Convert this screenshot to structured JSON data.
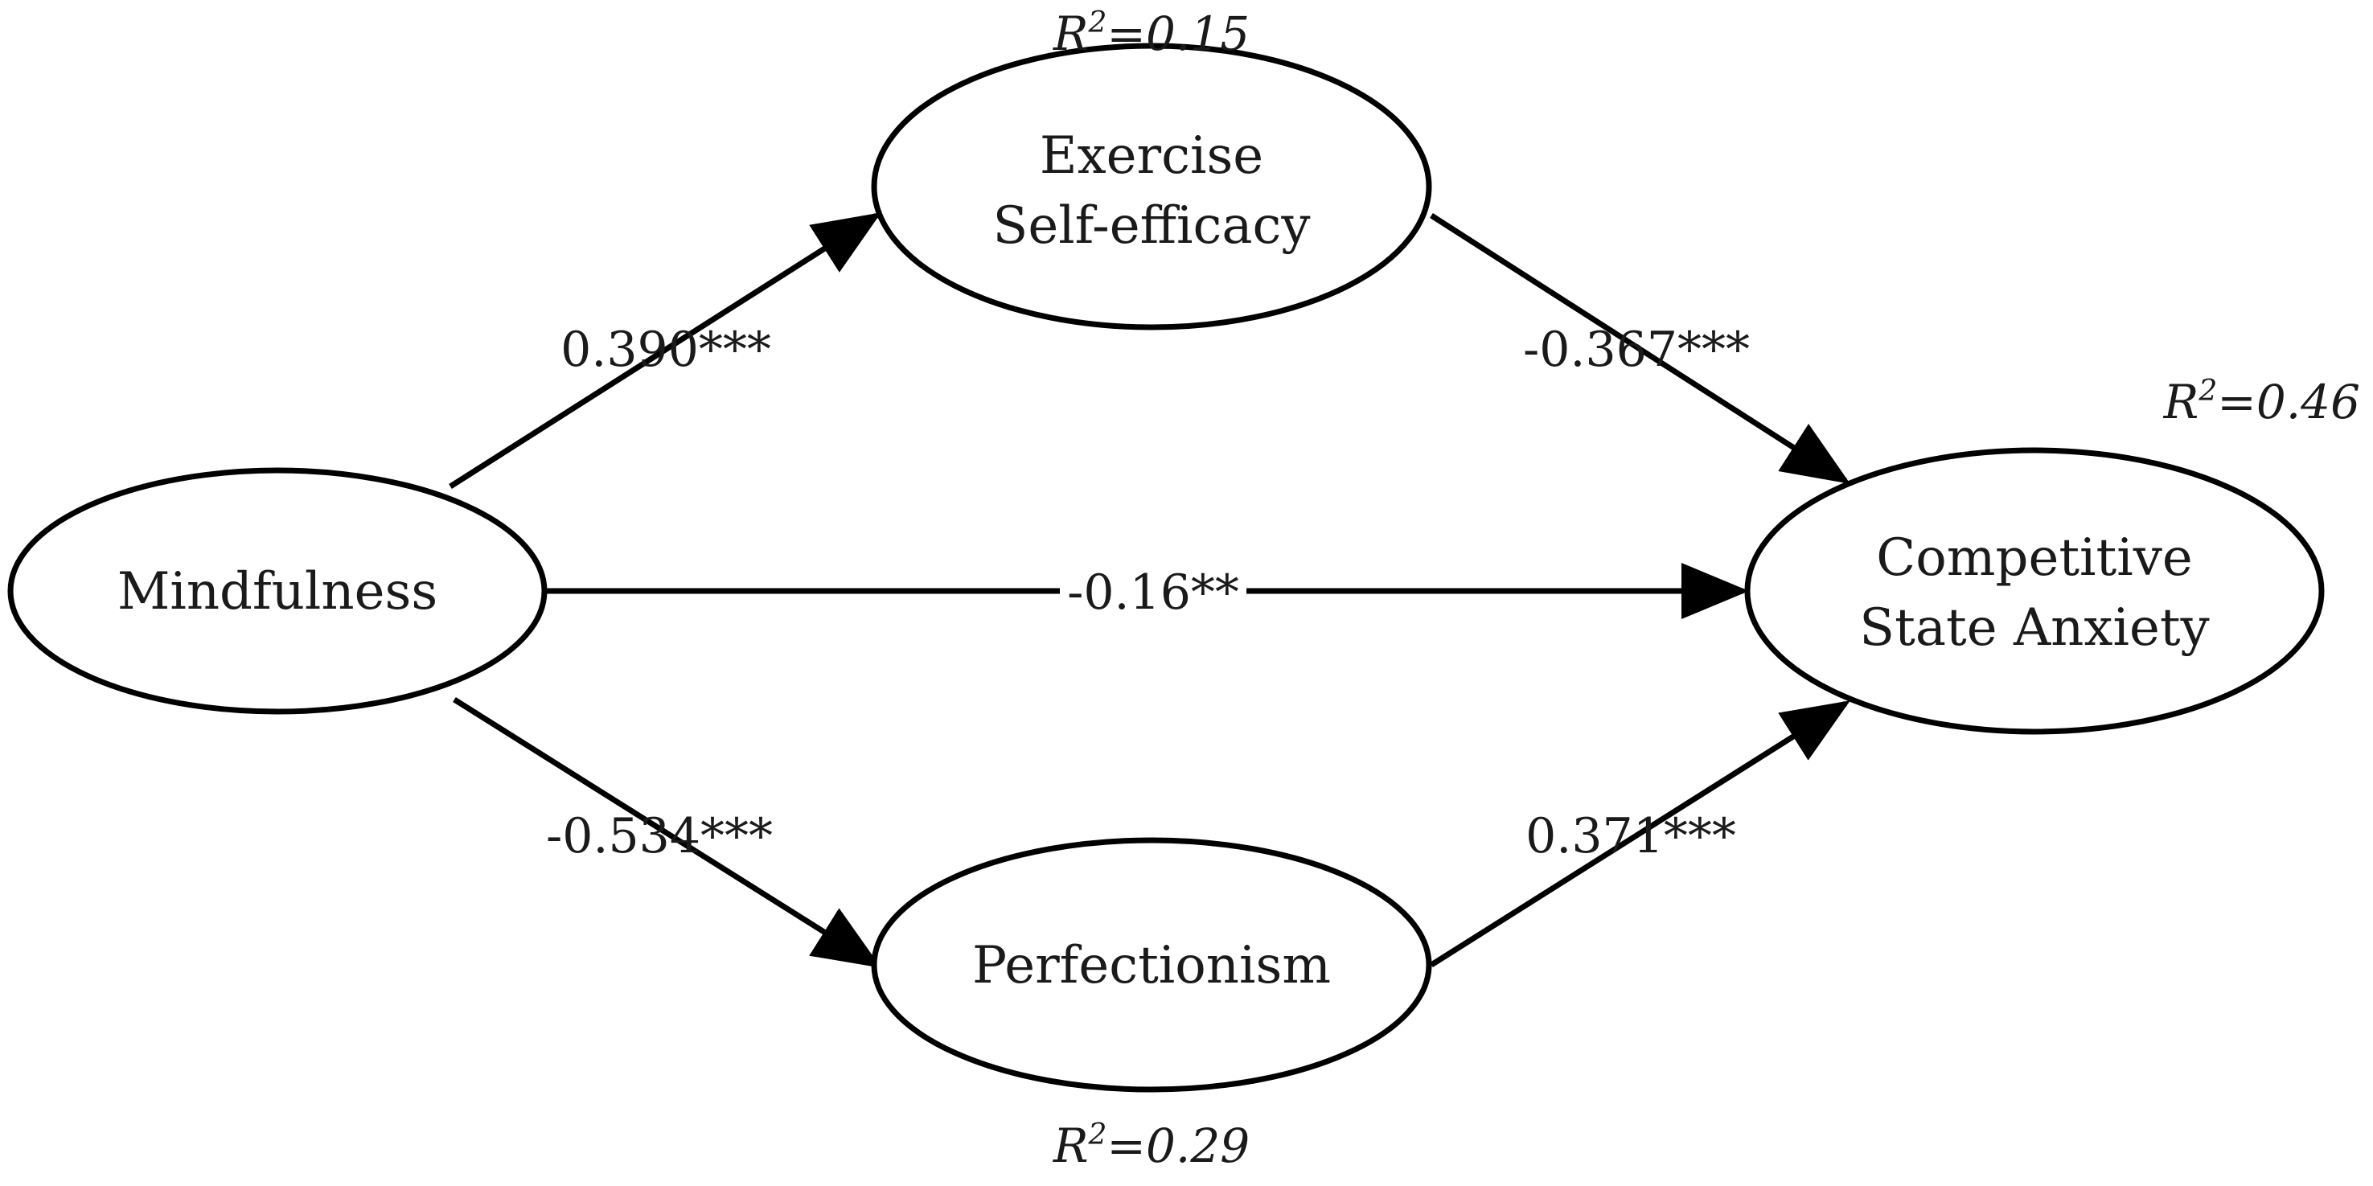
{
  "nodes": {
    "mindfulness": {
      "lines": [
        "Mindfulness"
      ]
    },
    "self_efficacy": {
      "lines": [
        "Exercise",
        "Self-efficacy"
      ]
    },
    "perfectionism": {
      "lines": [
        "Perfectionism"
      ]
    },
    "anxiety": {
      "lines": [
        "Competitive",
        "State Anxiety"
      ]
    }
  },
  "paths": {
    "mindfulness_to_self_efficacy": "0.390***",
    "self_efficacy_to_anxiety": "-0.367***",
    "mindfulness_to_anxiety": "-0.16**",
    "mindfulness_to_perfectionism": "-0.534***",
    "perfectionism_to_anxiety": "0.371***"
  },
  "r_squared": {
    "self_efficacy": {
      "symbol": "R",
      "exponent": "2",
      "value": "=0.15"
    },
    "perfectionism": {
      "symbol": "R",
      "exponent": "2",
      "value": "=0.29"
    },
    "anxiety": {
      "symbol": "R",
      "exponent": "2",
      "value": "=0.46"
    }
  }
}
